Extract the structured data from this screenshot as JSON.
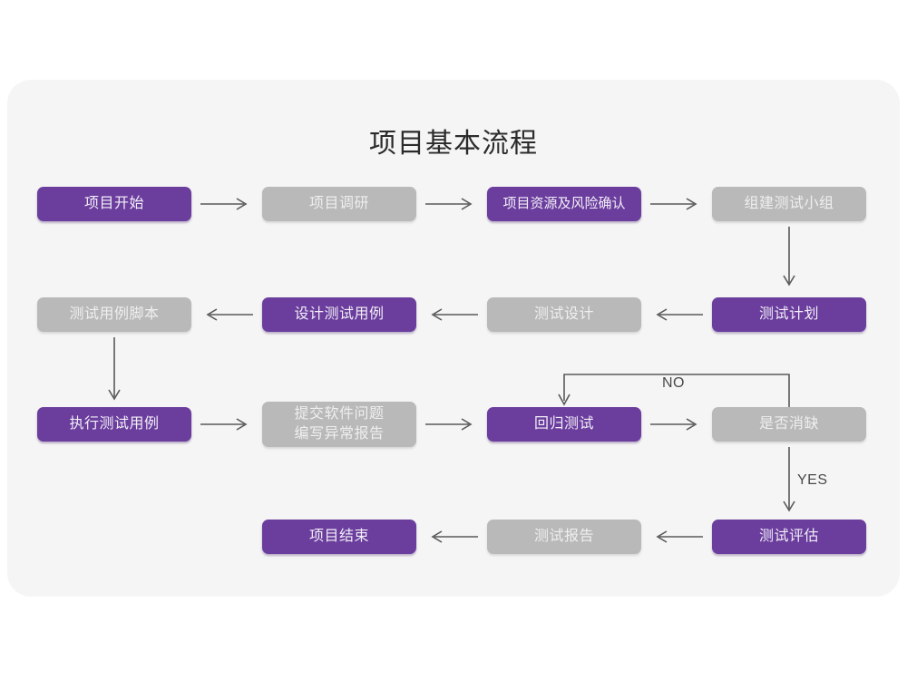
{
  "page": {
    "title": "项目基本流程",
    "card_bg": "#f5f5f5",
    "accent_purple": "#6b3e9e",
    "accent_gray": "#b9b9b9",
    "arrow_color": "#595959"
  },
  "nodes": {
    "r1c1": {
      "label": "项目开始",
      "style": "purple"
    },
    "r1c2": {
      "label": "项目调研",
      "style": "gray"
    },
    "r1c3": {
      "label": "项目资源及风险确认",
      "style": "purple"
    },
    "r1c4": {
      "label": "组建测试小组",
      "style": "gray"
    },
    "r2c1": {
      "label": "测试用例脚本",
      "style": "gray"
    },
    "r2c2": {
      "label": "设计测试用例",
      "style": "purple"
    },
    "r2c3": {
      "label": "测试设计",
      "style": "gray"
    },
    "r2c4": {
      "label": "测试计划",
      "style": "purple"
    },
    "r3c1": {
      "label": "执行测试用例",
      "style": "purple"
    },
    "r3c2": {
      "label": "提交软件问题\n编写异常报告",
      "style": "gray"
    },
    "r3c3": {
      "label": "回归测试",
      "style": "purple"
    },
    "r3c4": {
      "label": "是否消缺",
      "style": "gray"
    },
    "r4c2": {
      "label": "项目结束",
      "style": "purple"
    },
    "r4c3": {
      "label": "测试报告",
      "style": "gray"
    },
    "r4c4": {
      "label": "测试评估",
      "style": "purple"
    }
  },
  "edge_labels": {
    "no": "NO",
    "yes": "YES"
  },
  "flow": {
    "sequence": [
      "项目开始",
      "项目调研",
      "项目资源及风险确认",
      "组建测试小组",
      "测试计划",
      "测试设计",
      "设计测试用例",
      "测试用例脚本",
      "执行测试用例",
      "提交软件问题 编写异常报告",
      "回归测试",
      "是否消缺",
      "测试评估",
      "测试报告",
      "项目结束"
    ],
    "decision": "是否消缺",
    "decision_no_target": "回归测试",
    "decision_yes_target": "测试评估"
  }
}
